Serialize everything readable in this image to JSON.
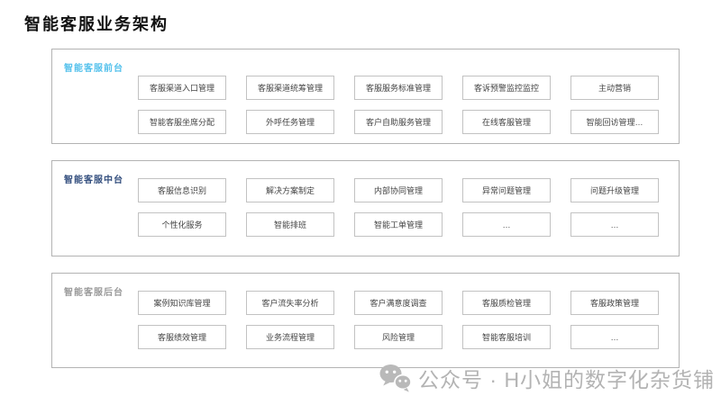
{
  "title": "智能客服业务架构",
  "colors": {
    "front_label": "#56c2ec",
    "middle_label": "#35507f",
    "back_label": "#9a9a9a",
    "section_border": "#b3b3b3",
    "box_border": "#c2c2c2",
    "box_text": "#444444",
    "watermark_gray": "#b3b3b3"
  },
  "sections": [
    {
      "label": "智能客服前台",
      "rows": [
        [
          "客服渠道入口管理",
          "客服渠道统筹管理",
          "客服服务标准管理",
          "客诉预警监控监控",
          "主动营销"
        ],
        [
          "智能客服坐席分配",
          "外呼任务管理",
          "客户自助服务管理",
          "在线客服管理",
          "智能回访管理…"
        ]
      ]
    },
    {
      "label": "智能客服中台",
      "rows": [
        [
          "客服信息识别",
          "解决方案制定",
          "内部协同管理",
          "异常问题管理",
          "问题升级管理"
        ],
        [
          "个性化服务",
          "智能排班",
          "智能工单管理",
          "…",
          "…"
        ]
      ]
    },
    {
      "label": "智能客服后台",
      "rows": [
        [
          "案例知识库管理",
          "客户流失率分析",
          "客户满意度调查",
          "客服质检管理",
          "客服政策管理"
        ],
        [
          "客服绩效管理",
          "业务流程管理",
          "风险管理",
          "智能客服培训",
          "…"
        ]
      ]
    }
  ],
  "watermark": {
    "icon": "wechat-icon",
    "text": "公众号 · H小姐的数字化杂货铺"
  }
}
